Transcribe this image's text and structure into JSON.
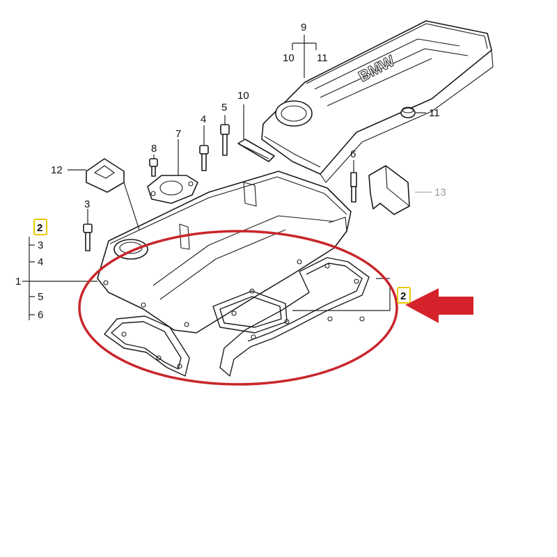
{
  "callouts": {
    "c9": "9",
    "c10_top": "10",
    "c11_top": "11",
    "c10": "10",
    "c5_top": "5",
    "c11_grommet": "11",
    "c4_top": "4",
    "c6_right": "6",
    "c7": "7",
    "c8": "8",
    "c12": "12",
    "c13": "13",
    "c3_bolt": "3",
    "c2_left": "2",
    "c3_left": "3",
    "c4_left": "4",
    "c1": "1",
    "c5_left": "5",
    "c6_left": "6",
    "c2_right": "2"
  },
  "emblem": "BMW",
  "colors": {
    "highlight_ellipse": "#c8262b",
    "arrow": "#d6222a",
    "highlight_box": "#e8c800",
    "callout_13": "#9a9a9a"
  }
}
